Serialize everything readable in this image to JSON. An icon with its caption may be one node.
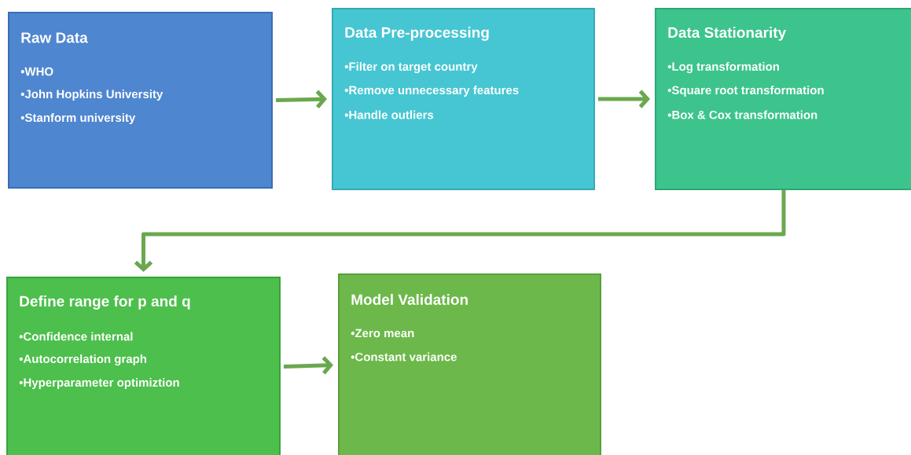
{
  "diagram": {
    "nodes": [
      {
        "text": [
          "Raw Data",
          "•WHO",
          "•John Hopkins University",
          "•Stanform university"
        ]
      },
      {
        "text": [
          "Data Pre-processing",
          "•Filter on target country",
          "•Remove unnecessary features",
          "•Handle outliers"
        ]
      },
      {
        "text": [
          "Data Stationarity",
          "•Log transformation",
          "•Square root transformation",
          "•Box & Cox transformation"
        ]
      },
      {
        "text": [
          "Define range for p and q",
          "•Confidence internal",
          "•Autocorrelation graph",
          "•Hyperparameter optimiztion"
        ]
      },
      {
        "text": [
          "Model Validation",
          "•Zero mean",
          "•Constant variance"
        ]
      }
    ],
    "edges": [
      {
        "from": 0,
        "to": 1,
        "arrow": "to"
      },
      {
        "from": 1,
        "to": 2,
        "arrow": "to"
      },
      {
        "from": 2,
        "to": 3,
        "arrow": "to"
      },
      {
        "from": 3,
        "to": 4,
        "arrow": "to"
      }
    ]
  }
}
